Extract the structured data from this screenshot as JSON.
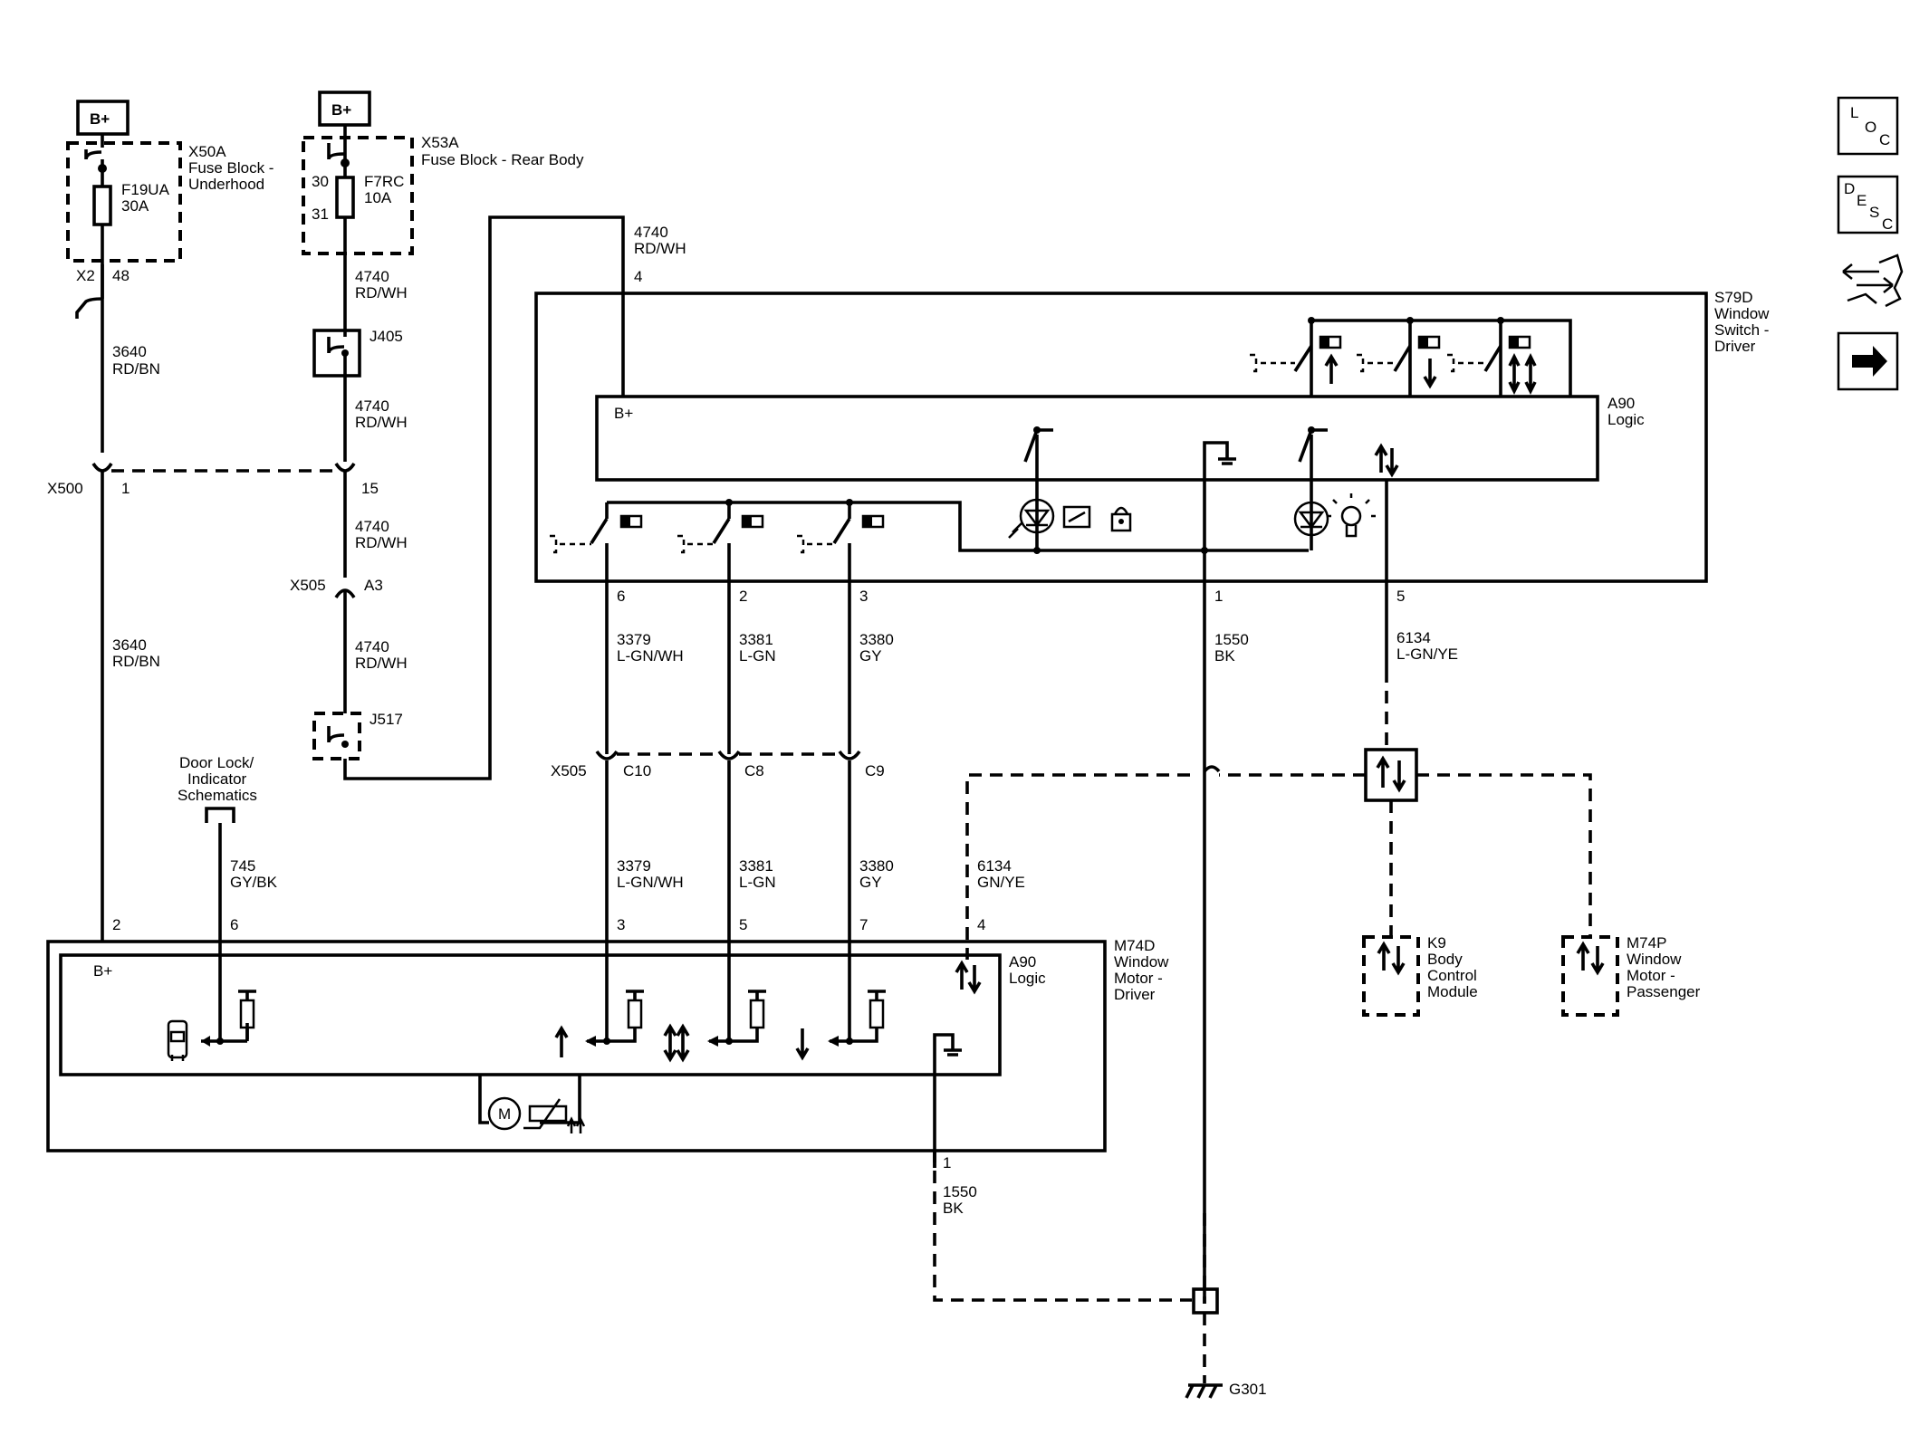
{
  "nav": {
    "loc": [
      "L",
      "O",
      "C"
    ],
    "desc": [
      "D",
      "E",
      "S",
      "C"
    ]
  },
  "supply": {
    "bplus_1": "B+",
    "bplus_2": "B+"
  },
  "x50a": {
    "title": "X50A",
    "line1": "Fuse Block -",
    "line2": "Underhood",
    "fuse": "F19UA",
    "rating": "30A",
    "conn": "X2",
    "pin": "48"
  },
  "x53a": {
    "title": "X53A",
    "line1": "Fuse Block - Rear Body",
    "fuse": "F7RC",
    "rating": "10A",
    "pin_in": "30",
    "pin_out": "31"
  },
  "w3640": {
    "circuit": "3640",
    "color": "RD/BN"
  },
  "w4740": {
    "circuit": "4740",
    "color": "RD/WH"
  },
  "w3379": {
    "circuit": "3379",
    "color": "L-GN/WH"
  },
  "w3381": {
    "circuit": "3381",
    "color": "L-GN"
  },
  "w3380": {
    "circuit": "3380",
    "color": "GY"
  },
  "w1550": {
    "circuit": "1550",
    "color": "BK"
  },
  "w6134a": {
    "circuit": "6134",
    "color": "L-GN/YE"
  },
  "w6134b": {
    "circuit": "6134",
    "color": "GN/YE"
  },
  "w745": {
    "circuit": "745",
    "color": "GY/BK"
  },
  "splices": {
    "j405": "J405",
    "j517": "J517"
  },
  "x500": {
    "name": "X500",
    "pin1": "1",
    "pin15": "15"
  },
  "x505_a": {
    "name": "X505",
    "pin": "A3"
  },
  "x505_c": {
    "name": "X505",
    "c10": "C10",
    "c8": "C8",
    "c9": "C9"
  },
  "s79d": {
    "line1": "S79D",
    "line2": "Window",
    "line3": "Switch -",
    "line4": "Driver",
    "pin_supply": "4",
    "pin_up": "6",
    "pin_express": "2",
    "pin_down": "3",
    "pin_ground": "1",
    "pin_lin": "5"
  },
  "a90_switch": {
    "bplus": "B+",
    "line1": "A90",
    "line2": "Logic"
  },
  "door_lock_ref": {
    "line1": "Door Lock/",
    "line2": "Indicator",
    "line3": "Schematics"
  },
  "m74d": {
    "line1": "M74D",
    "line2": "Window",
    "line3": "Motor -",
    "line4": "Driver",
    "pin_supply": "2",
    "pin_door": "6",
    "pin_up": "3",
    "pin_express": "5",
    "pin_down": "7",
    "pin_lin": "4",
    "pin_ground": "1",
    "motor": "M"
  },
  "a90_motor": {
    "bplus": "B+",
    "line1": "A90",
    "line2": "Logic"
  },
  "k9": {
    "line1": "K9",
    "line2": "Body",
    "line3": "Control",
    "line4": "Module"
  },
  "m74p": {
    "line1": "M74P",
    "line2": "Window",
    "line3": "Motor -",
    "line4": "Passenger"
  },
  "ground": {
    "name": "G301"
  }
}
